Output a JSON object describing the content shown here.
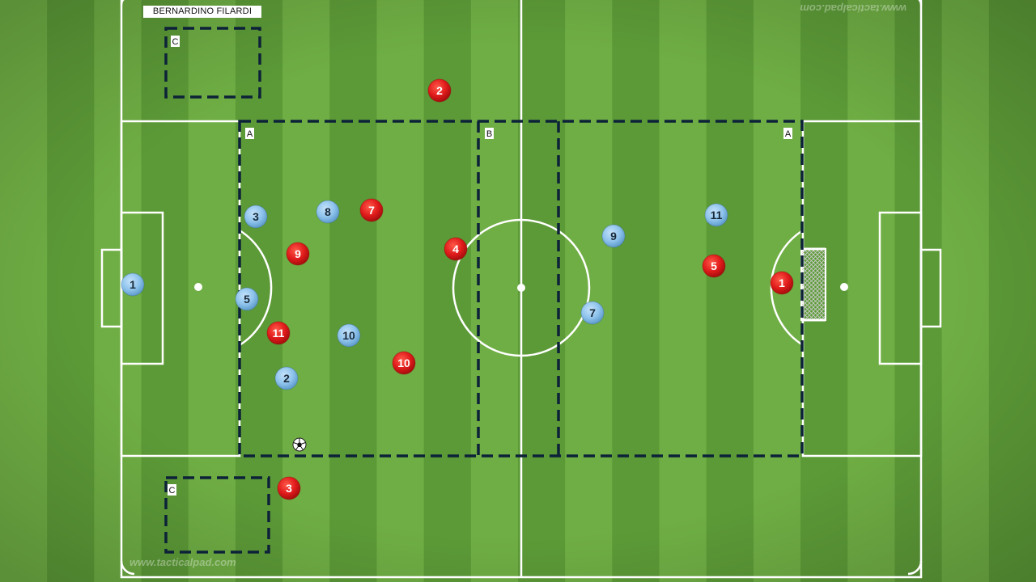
{
  "author": "BERNARDINO FILARDI",
  "watermark_bottom": "www.tacticalpad.com",
  "watermark_top": "www.tacticalpad.com",
  "colors": {
    "grass_light": "#6fae44",
    "grass_dark": "#5c9a37",
    "line": "#ffffff",
    "zone": "#0d2238",
    "team_red": "#e01b1b",
    "team_blue": "#8ec3ec"
  },
  "zone_labels": {
    "A_left": "A",
    "B": "B",
    "A_right": "A",
    "C_top": "C",
    "C_bottom": "C"
  },
  "players": {
    "red": [
      {
        "number": "2"
      },
      {
        "number": "7"
      },
      {
        "number": "4"
      },
      {
        "number": "9"
      },
      {
        "number": "11"
      },
      {
        "number": "10"
      },
      {
        "number": "3"
      },
      {
        "number": "5"
      },
      {
        "number": "1"
      }
    ],
    "blue": [
      {
        "number": "3"
      },
      {
        "number": "8"
      },
      {
        "number": "1"
      },
      {
        "number": "5"
      },
      {
        "number": "10"
      },
      {
        "number": "2"
      },
      {
        "number": "9"
      },
      {
        "number": "7"
      },
      {
        "number": "11"
      }
    ]
  },
  "ball_icon": "soccer-ball-icon",
  "goal_icon": "goal-net-icon"
}
